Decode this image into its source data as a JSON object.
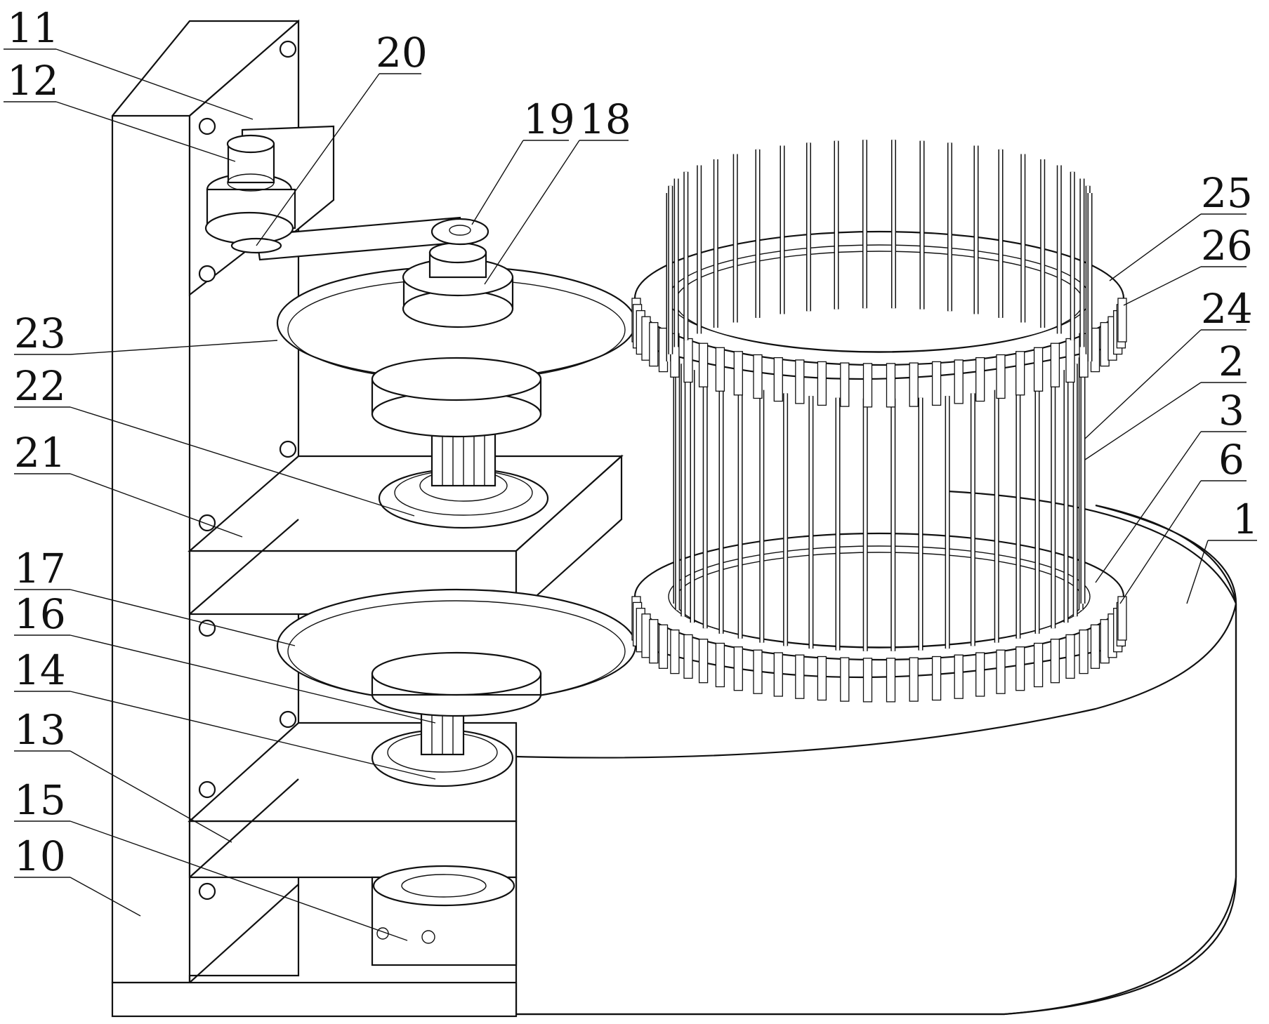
{
  "labels": {
    "l1": "1",
    "l2": "2",
    "l3": "3",
    "l6": "6",
    "l10": "10",
    "l11": "11",
    "l12": "12",
    "l13": "13",
    "l14": "14",
    "l15": "15",
    "l16": "16",
    "l17": "17",
    "l18": "18",
    "l19": "19",
    "l20": "20",
    "l21": "21",
    "l22": "22",
    "l23": "23",
    "l24": "24",
    "l25": "25",
    "l26": "26"
  }
}
